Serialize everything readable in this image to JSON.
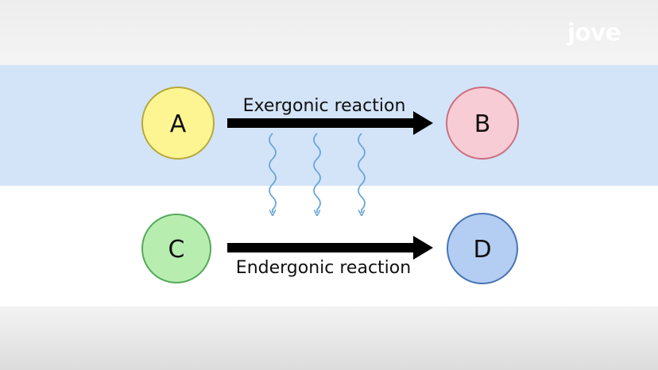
{
  "logo": {
    "text": "jove"
  },
  "nodes": {
    "a": {
      "label": "A",
      "fill": "#fdf592",
      "stroke": "#b7a83a"
    },
    "b": {
      "label": "B",
      "fill": "#f8ccd4",
      "stroke": "#cc6f80"
    },
    "c": {
      "label": "C",
      "fill": "#b7eeb0",
      "stroke": "#54a85a"
    },
    "d": {
      "label": "D",
      "fill": "#b3cef2",
      "stroke": "#4a74b5"
    }
  },
  "reactions": {
    "exergonic": {
      "label": "Exergonic reaction"
    },
    "endergonic": {
      "label": "Endergonic reaction"
    }
  },
  "colors": {
    "top_band": "#d3e4f8",
    "bottom_band": "#ffffff",
    "arrow": "#000000",
    "energy_wave": "#6aa6d8"
  }
}
